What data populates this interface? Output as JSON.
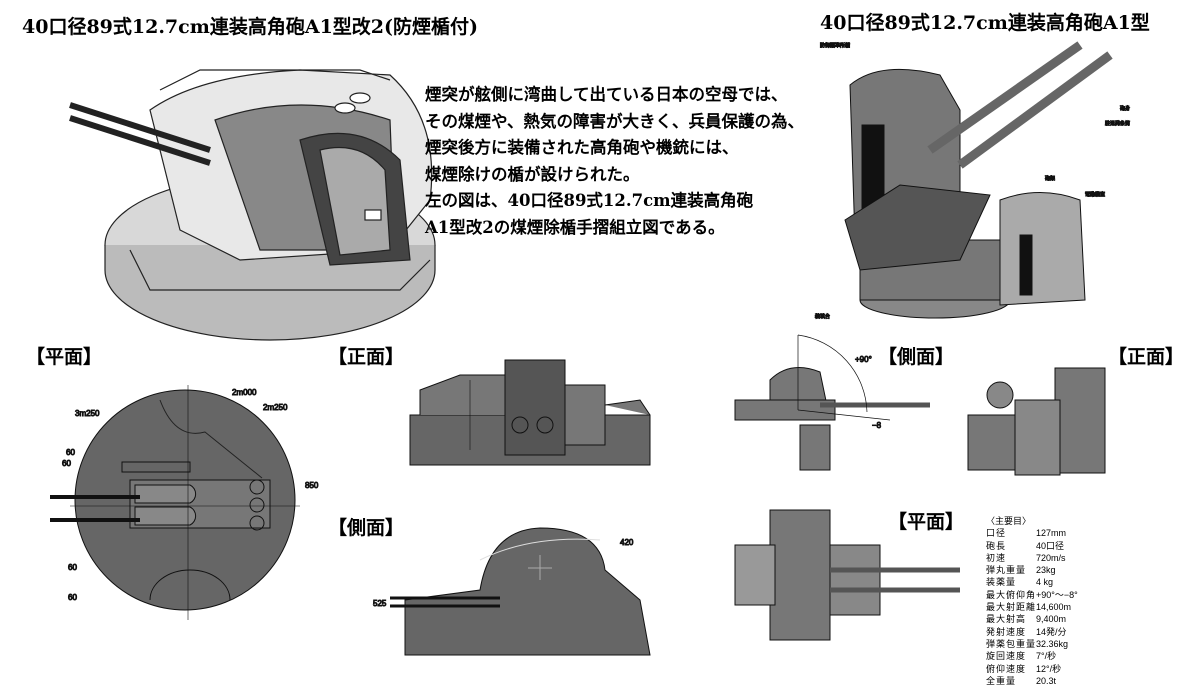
{
  "left_title": "40口径89式12.7cm連装高角砲A1型改2(防煙楯付)",
  "right_title": "40口径89式12.7cm連装高角砲A1型",
  "description": [
    "煙突が舷側に湾曲して出ている日本の空母では、",
    "その煤煙や、熱気の障害が大きく、兵員保護の為、",
    "煙突後方に装備された高角砲や機銃には、",
    "煤煙除けの楯が設けられた。",
    "左の図は、40口径89式12.7cm連装高角砲",
    "A1型改2の煤煙除楯手摺組立図である。"
  ],
  "sections": {
    "left_plan": "【平面】",
    "left_front": "【正面】",
    "left_side": "【側面】",
    "right_side": "【側面】",
    "right_front": "【正面】",
    "right_plan": "【平面】"
  },
  "plan_dimensions": {
    "d1": "3m250",
    "d2": "2m000",
    "d3": "2m250",
    "d4": "850",
    "d5": "60",
    "d6": "60",
    "d7": "60",
    "d8": "60"
  },
  "side_dimensions": {
    "height": "420",
    "muzzle": "525"
  },
  "elevation": {
    "max": "+90°",
    "min": "−8"
  },
  "cutaway_labels": {
    "shield": "防御照準所楯",
    "barrel": "砲身",
    "recoil": "駐退発条筒",
    "mount": "砲架",
    "motor": "電動機室",
    "loader": "装填台"
  },
  "specs": {
    "heading": "〈主要目〉",
    "rows": [
      {
        "k": "口径",
        "v": "127mm"
      },
      {
        "k": "砲長",
        "v": "40口径"
      },
      {
        "k": "初速",
        "v": "720m/s"
      },
      {
        "k": "弾丸重量",
        "v": "23kg"
      },
      {
        "k": "装薬量",
        "v": "4 kg"
      },
      {
        "k": "最大俯仰角",
        "v": "+90°〜−8°"
      },
      {
        "k": "最大射距離",
        "v": "14,600m"
      },
      {
        "k": "最大射高",
        "v": "9,400m"
      },
      {
        "k": "発射速度",
        "v": "14発/分"
      },
      {
        "k": "弾薬包重量",
        "v": "32.36kg"
      },
      {
        "k": "旋回速度",
        "v": "7°/秒"
      },
      {
        "k": "俯仰速度",
        "v": "12°/秒"
      },
      {
        "k": "全重量",
        "v": "20.3t"
      }
    ]
  }
}
